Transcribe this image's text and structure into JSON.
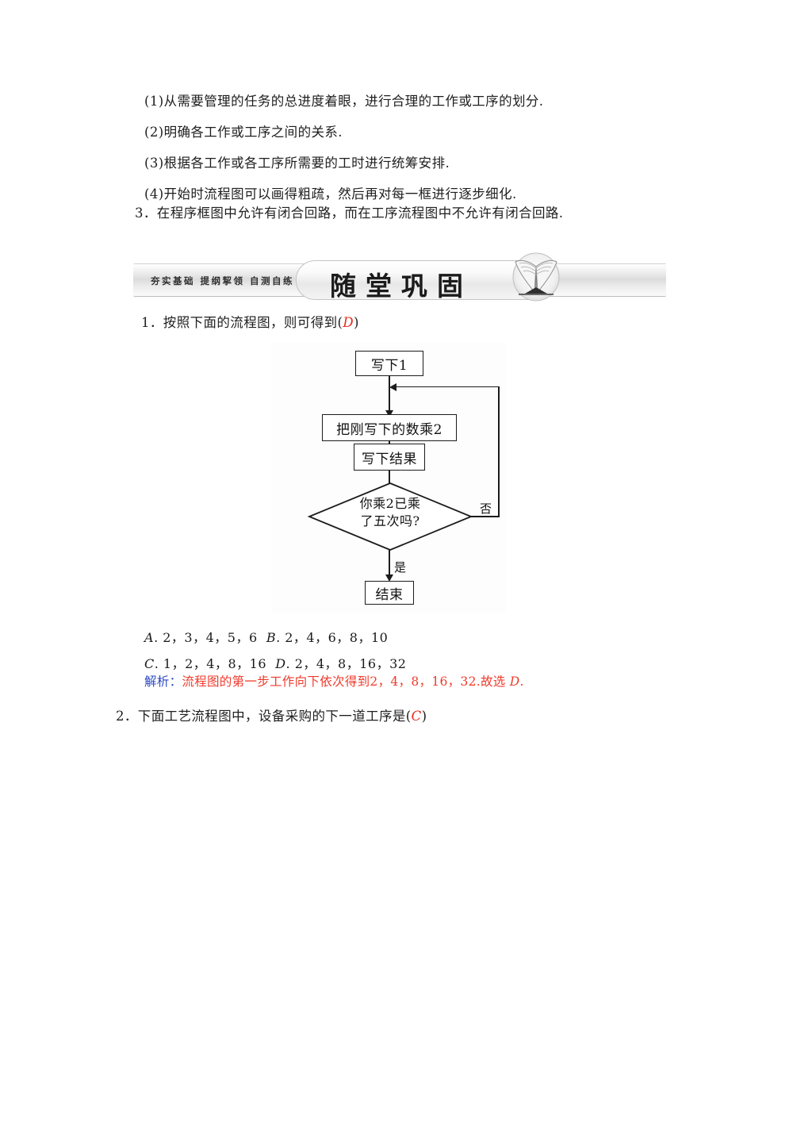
{
  "notes": {
    "items": [
      "(1)从需要管理的任务的总进度着眼，进行合理的工作或工序的划分.",
      "(2)明确各工作或工序之间的关系.",
      "(3)根据各工作或各工序所需要的工时进行统筹安排.",
      "(4)开始时流程图可以画得粗疏，然后再对每一框进行逐步细化."
    ],
    "point3": "3．在程序框图中允许有闭合回路，而在工序流程图中不允许有闭合回路."
  },
  "banner": {
    "tagline": "夯实基础 提纲挈领 自测自练",
    "title": "随堂巩固",
    "book_icon": "open-book-icon"
  },
  "q1": {
    "stem_before": "1．按照下面的流程图，则可得到(",
    "answer": "D",
    "stem_after": ")",
    "options": [
      {
        "letter": "A",
        "text": ". 2，3，4，5，6"
      },
      {
        "letter": "B",
        "text": ". 2，4，6，8，10"
      },
      {
        "letter": "C",
        "text": ". 1，2，4，8，16"
      },
      {
        "letter": "D",
        "text": ". 2，4，8，16，32"
      }
    ],
    "explanation": {
      "label": "解析：",
      "body_before": "流程图的第一步工作向下依次得到2，4，8，16，32.故选 ",
      "body_answer": "D",
      "body_after": "."
    },
    "flowchart": {
      "start_box": "写下1",
      "process_box": "把刚写下的数乘2",
      "output_box": "写下结果",
      "decision_line1": "你乘2已乘",
      "decision_line2": "了五次吗?",
      "branch_no": "否",
      "branch_yes": "是",
      "end_box": "结束"
    }
  },
  "q2": {
    "stem_before": "2．下面工艺流程图中，设备采购的下一道工序是(",
    "answer": "C",
    "stem_after": ")"
  }
}
